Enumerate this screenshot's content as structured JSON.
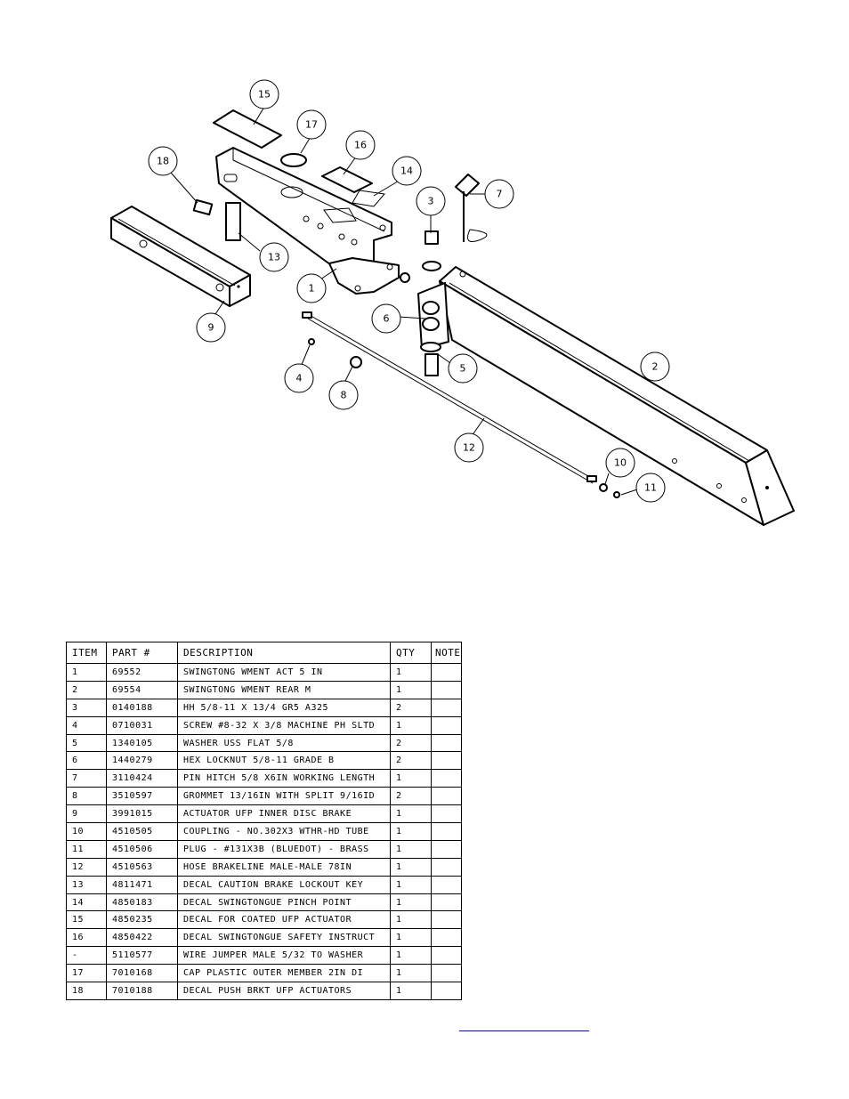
{
  "diagram": {
    "balloons": [
      "1",
      "2",
      "3",
      "4",
      "5",
      "6",
      "7",
      "8",
      "9",
      "10",
      "11",
      "12",
      "13",
      "14",
      "15",
      "16",
      "17",
      "18"
    ]
  },
  "table": {
    "headers": [
      "ITEM",
      "PART #",
      "DESCRIPTION",
      "QTY",
      "NOTE"
    ],
    "rows": [
      {
        "item": "1",
        "part": "69552",
        "description": "SWINGTONG WMENT ACT 5 IN",
        "qty": "1",
        "note": ""
      },
      {
        "item": "2",
        "part": "69554",
        "description": "SWINGTONG WMENT REAR M",
        "qty": "1",
        "note": ""
      },
      {
        "item": "3",
        "part": "0140188",
        "description": "HH 5/8-11 X 13/4  GR5 A325",
        "qty": "2",
        "note": ""
      },
      {
        "item": "4",
        "part": "0710031",
        "description": "SCREW #8-32 X 3/8 MACHINE PH SLTD",
        "qty": "1",
        "note": ""
      },
      {
        "item": "5",
        "part": "1340105",
        "description": "WASHER USS FLAT 5/8",
        "qty": "2",
        "note": ""
      },
      {
        "item": "6",
        "part": "1440279",
        "description": "HEX LOCKNUT 5/8-11 GRADE B",
        "qty": "2",
        "note": ""
      },
      {
        "item": "7",
        "part": "3110424",
        "description": "PIN HITCH 5/8 X6IN WORKING LENGTH",
        "qty": "1",
        "note": ""
      },
      {
        "item": "8",
        "part": "3510597",
        "description": "GROMMET 13/16IN  WITH SPLIT 9/16ID",
        "qty": "2",
        "note": ""
      },
      {
        "item": "9",
        "part": "3991015",
        "description": "ACTUATOR UFP INNER  DISC BRAKE",
        "qty": "1",
        "note": ""
      },
      {
        "item": "10",
        "part": "4510505",
        "description": "COUPLING - NO.302X3 WTHR-HD TUBE",
        "qty": "1",
        "note": ""
      },
      {
        "item": "11",
        "part": "4510506",
        "description": "PLUG - #131X3B (BLUEDOT) - BRASS",
        "qty": "1",
        "note": ""
      },
      {
        "item": "12",
        "part": "4510563",
        "description": "HOSE BRAKELINE MALE-MALE 78IN",
        "qty": "1",
        "note": ""
      },
      {
        "item": "13",
        "part": "4811471",
        "description": "DECAL CAUTION BRAKE LOCKOUT KEY",
        "qty": "1",
        "note": ""
      },
      {
        "item": "14",
        "part": "4850183",
        "description": "DECAL SWINGTONGUE PINCH POINT",
        "qty": "1",
        "note": ""
      },
      {
        "item": "15",
        "part": "4850235",
        "description": "DECAL FOR COATED UFP ACTUATOR",
        "qty": "1",
        "note": ""
      },
      {
        "item": "16",
        "part": "4850422",
        "description": "DECAL SWINGTONGUE SAFETY INSTRUCT",
        "qty": "1",
        "note": ""
      },
      {
        "item": "-",
        "part": "5110577",
        "description": "WIRE JUMPER MALE 5/32 TO WASHER",
        "qty": "1",
        "note": ""
      },
      {
        "item": "17",
        "part": "7010168",
        "description": "CAP  PLASTIC OUTER MEMBER 2IN DI",
        "qty": "1",
        "note": ""
      },
      {
        "item": "18",
        "part": "7010188",
        "description": "DECAL PUSH BRKT UFP ACTUATORS",
        "qty": "1",
        "note": ""
      }
    ]
  }
}
